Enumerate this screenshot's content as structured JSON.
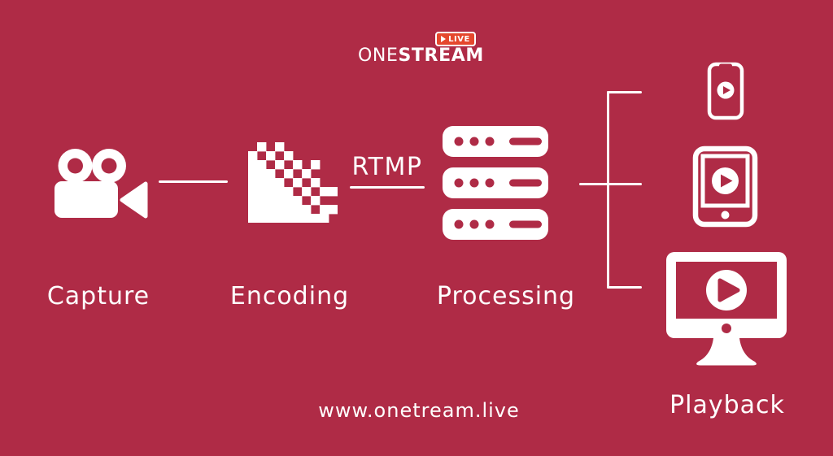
{
  "colors": {
    "background": "#AF2B46",
    "foreground": "#FFFFFF",
    "badge": "#E5472D"
  },
  "header": {
    "brand_light": "ONE",
    "brand_bold": "STREAM",
    "badge_label": "LIVE",
    "badge_icon": "play-triangle-icon"
  },
  "pipeline": {
    "stages": [
      {
        "label": "Capture",
        "icon": "video-camera-icon"
      },
      {
        "label": "Encoding",
        "icon": "pixelated-compression-icon"
      },
      {
        "label": "Processing",
        "icon": "server-stack-icon"
      },
      {
        "label": "Playback",
        "icon": "playback-devices-icons"
      }
    ],
    "protocol": "RTMP"
  },
  "playback_devices": [
    "smartphone",
    "tablet",
    "desktop-monitor"
  ],
  "footer": {
    "website": "www.onetream.live"
  }
}
